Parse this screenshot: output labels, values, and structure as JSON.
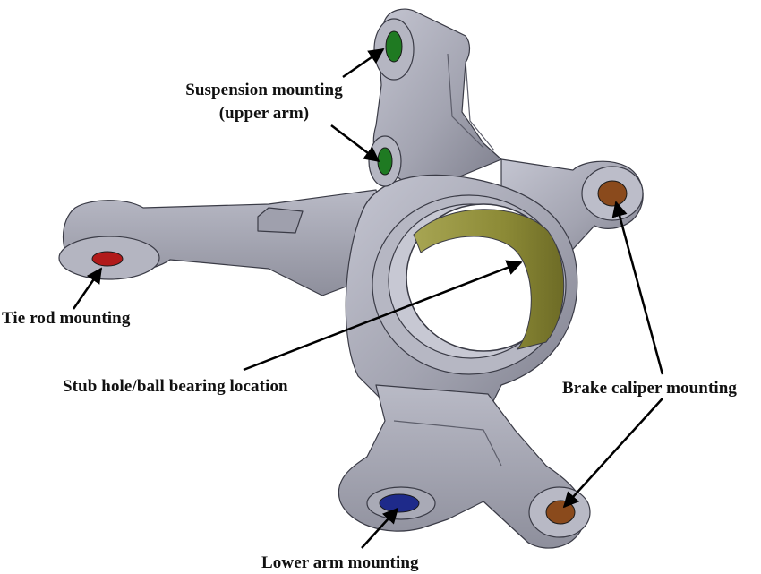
{
  "labels": {
    "suspension_line1": "Suspension mounting",
    "suspension_line2": "(upper arm)",
    "tie_rod": "Tie rod mounting",
    "stub_hole": "Stub hole/ball bearing location",
    "brake_caliper": "Brake caliper mounting",
    "lower_arm": "Lower arm mounting"
  },
  "colors": {
    "body": "#a4a5b2",
    "body_light": "#c2c3cf",
    "body_dark": "#6c6d7b",
    "edge": "#3a3b46",
    "suspension_hole": "#1f7a22",
    "tie_rod_hole": "#b11a1a",
    "bearing": "#8c8a3a",
    "brake_hole": "#8a4a1c",
    "lower_arm_hole": "#1e2a8a",
    "arrow": "#000000"
  }
}
